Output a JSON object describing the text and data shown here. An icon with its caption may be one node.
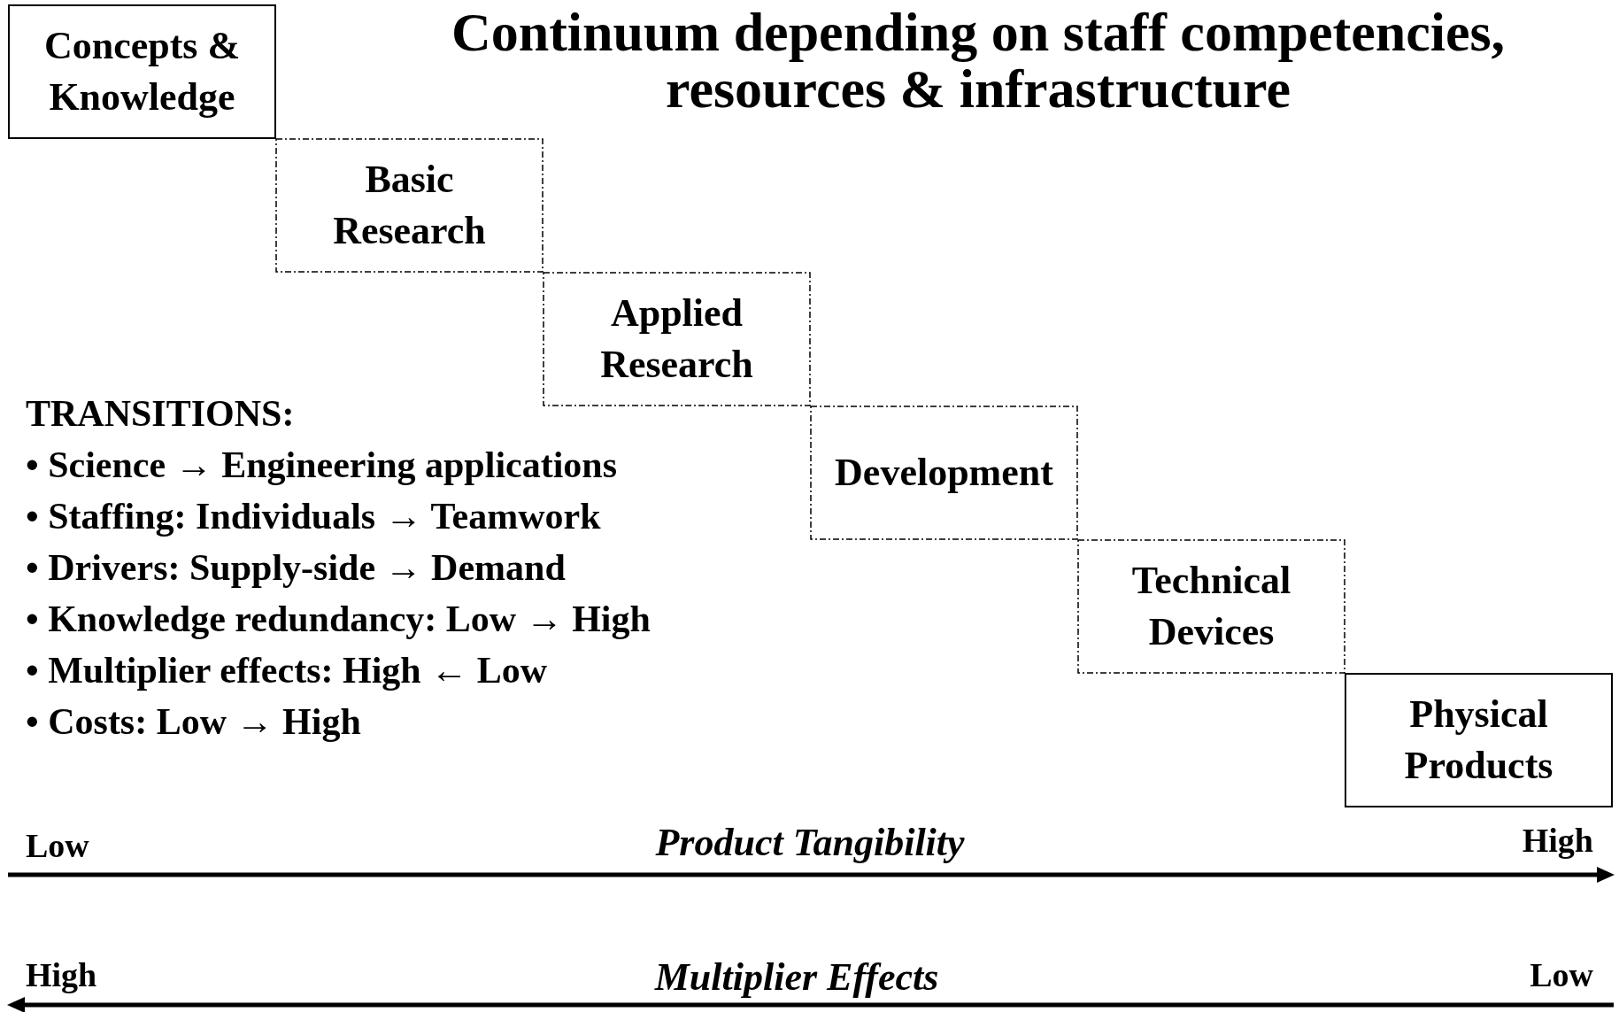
{
  "diagram": {
    "title": "Continuum depending on staff competencies, resources & infrastructure",
    "nodes": [
      {
        "text": [
          "Concepts & Knowledge"
        ]
      },
      {
        "text": [
          "Basic Research"
        ]
      },
      {
        "text": [
          "Applied Research"
        ]
      },
      {
        "text": [
          "Development"
        ]
      },
      {
        "text": [
          "Technical Devices"
        ]
      },
      {
        "text": [
          "Physical Products"
        ]
      }
    ],
    "edges": [],
    "labels": [
      "TRANSITIONS:",
      "• Science → Engineering applications",
      "• Staffing: Individuals → Teamwork",
      "• Drivers: Supply-side → Demand",
      "• Knowledge redundancy: Low → High",
      "• Multiplier effects: High ← Low",
      "• Costs: Low → High",
      "Low",
      "Product Tangibility",
      "High",
      "High",
      "Multiplier Effects",
      "Low"
    ]
  }
}
